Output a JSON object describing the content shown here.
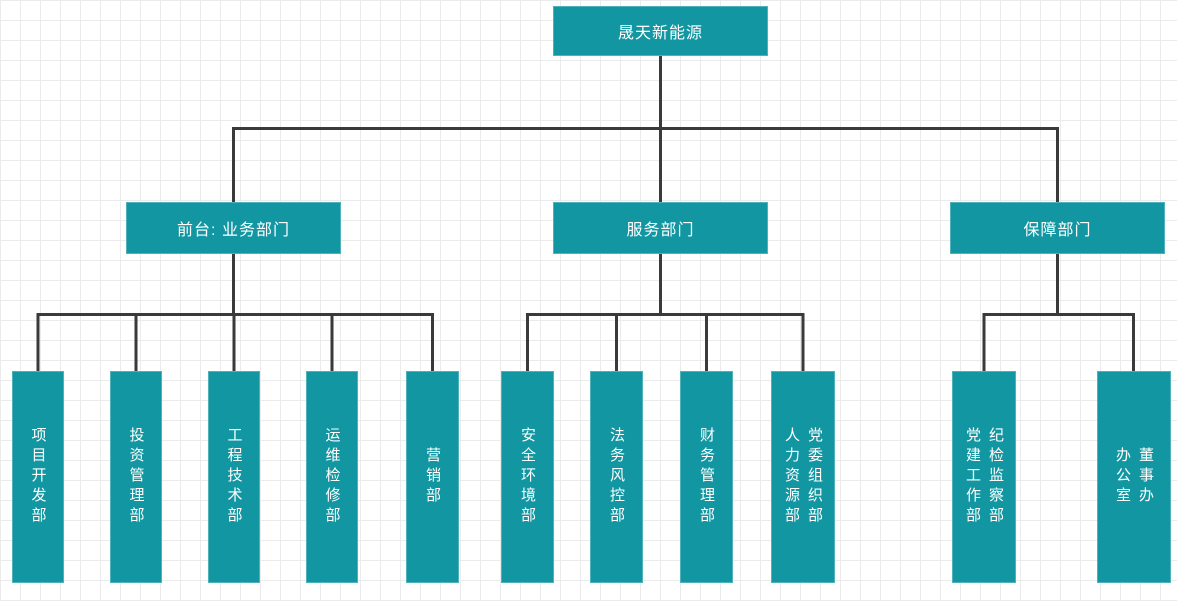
{
  "chart": {
    "type": "org-chart",
    "company": {
      "label": "晟天新能源"
    },
    "groups": [
      {
        "label": "前台: 业务部门"
      },
      {
        "label": "服务部门"
      },
      {
        "label": "保障部门"
      }
    ],
    "departments": {
      "business": [
        {
          "lines": [
            "项目开发部"
          ]
        },
        {
          "lines": [
            "投资管理部"
          ]
        },
        {
          "lines": [
            "工程技术部"
          ]
        },
        {
          "lines": [
            "运维检修部"
          ]
        },
        {
          "lines": [
            "营销部"
          ]
        }
      ],
      "service": [
        {
          "lines": [
            "安全环境部"
          ]
        },
        {
          "lines": [
            "法务风控部"
          ]
        },
        {
          "lines": [
            "财务管理部"
          ]
        },
        {
          "lines": [
            "人力资源部",
            "党委组织部"
          ]
        }
      ],
      "support": [
        {
          "lines": [
            "党建工作部",
            "纪检监察部"
          ]
        },
        {
          "lines": [
            "办公室",
            "董事办"
          ]
        }
      ]
    }
  },
  "colors": {
    "background": "#ffffff",
    "grid": "#ebebeb",
    "node_fill": "#1297a2",
    "node_border": "#4fb1ba",
    "connector": "#3a3a3a",
    "node_text": "#ffffff"
  }
}
